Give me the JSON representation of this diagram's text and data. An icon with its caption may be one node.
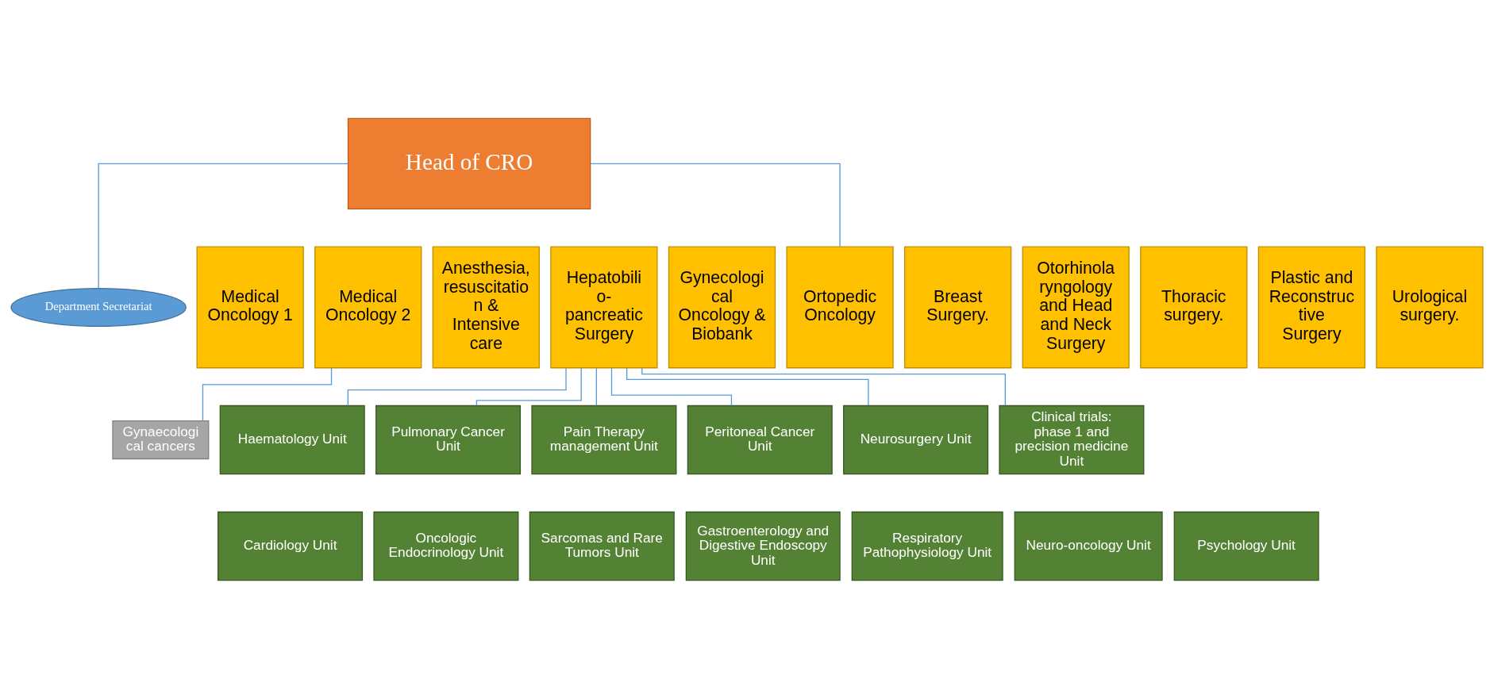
{
  "diagram": {
    "nodes": [
      {
        "text": [
          "Head of CRO"
        ]
      },
      {
        "text": [
          "Department Secretariat"
        ]
      },
      {
        "text": [
          "Medical Oncology 1"
        ]
      },
      {
        "text": [
          "Medical Oncology 2"
        ]
      },
      {
        "text": [
          "Anesthesia, resuscitatio n & Intensive care"
        ]
      },
      {
        "text": [
          "Hepatobili o- pancreatic Surgery"
        ]
      },
      {
        "text": [
          "Gynecologi cal Oncology & Biobank"
        ]
      },
      {
        "text": [
          "Ortopedic Oncology"
        ]
      },
      {
        "text": [
          "Breast Surgery."
        ]
      },
      {
        "text": [
          "Otorhinola ryngology and Head and Neck Surgery"
        ]
      },
      {
        "text": [
          "Thoracic surgery."
        ]
      },
      {
        "text": [
          "Plastic and Reconstruc tive Surgery"
        ]
      },
      {
        "text": [
          "Urological surgery."
        ]
      },
      {
        "text": [
          "Gynaecologi cal cancers"
        ]
      },
      {
        "text": [
          "Haematology Unit"
        ]
      },
      {
        "text": [
          "Pulmonary Cancer Unit"
        ]
      },
      {
        "text": [
          "Pain Therapy management Unit"
        ]
      },
      {
        "text": [
          "Peritoneal Cancer Unit"
        ]
      },
      {
        "text": [
          "Neurosurgery Unit"
        ]
      },
      {
        "text": [
          "Clinical trials: phase 1 and precision medicine Unit"
        ]
      },
      {
        "text": [
          "Cardiology Unit"
        ]
      },
      {
        "text": [
          "Oncologic Endocrinology Unit"
        ]
      },
      {
        "text": [
          "Sarcomas and Rare Tumors Unit"
        ]
      },
      {
        "text": [
          "Gastroenterology and Digestive Endoscopy Unit"
        ]
      },
      {
        "text": [
          "Respiratory Pathophysiology Unit"
        ]
      },
      {
        "text": [
          "Neuro-oncology Unit"
        ]
      },
      {
        "text": [
          "Psychology Unit"
        ]
      }
    ],
    "edges": [
      {
        "from": 0,
        "to": 1,
        "arrow": "none"
      },
      {
        "from": 0,
        "to": 7,
        "arrow": "none"
      },
      {
        "from": 3,
        "to": 13,
        "arrow": "none"
      },
      {
        "from": 5,
        "to": 14,
        "arrow": "none"
      },
      {
        "from": 5,
        "to": 15,
        "arrow": "none"
      },
      {
        "from": 5,
        "to": 16,
        "arrow": "none"
      },
      {
        "from": 5,
        "to": 17,
        "arrow": "none"
      },
      {
        "from": 5,
        "to": 18,
        "arrow": "none"
      },
      {
        "from": 5,
        "to": 19,
        "arrow": "none"
      }
    ]
  }
}
